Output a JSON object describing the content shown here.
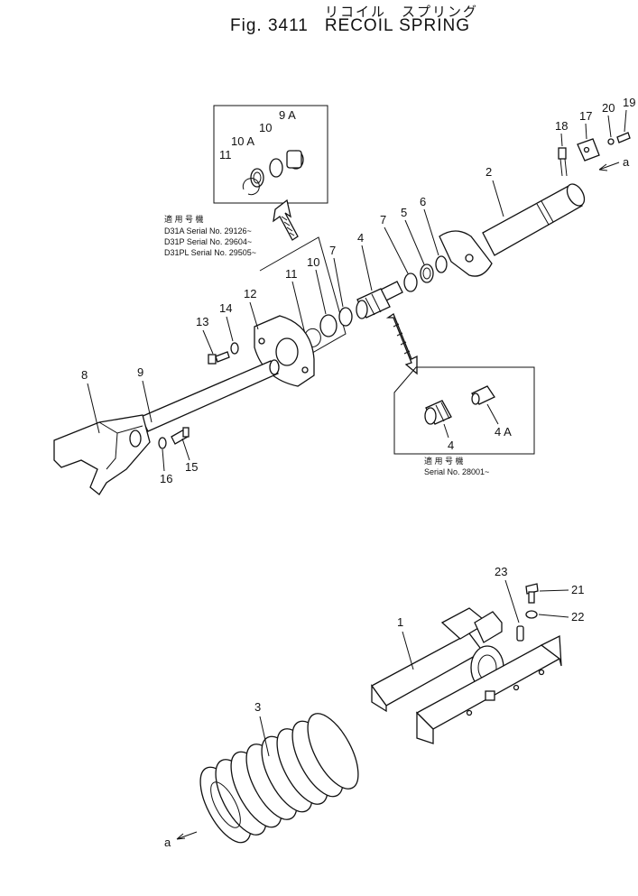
{
  "figure": {
    "title_jp": "リコイル　スプリング",
    "fig_label": "Fig. 3411",
    "title_en": "RECOIL SPRING"
  },
  "callouts": {
    "c1": "1",
    "c2": "2",
    "c3": "3",
    "c4a": "4",
    "c4b": "4",
    "c4A": "4 A",
    "c5": "5",
    "c6": "6",
    "c7a": "7",
    "c7b": "7",
    "c8": "8",
    "c9": "9",
    "c9A": "9 A",
    "c10a": "10",
    "c10b": "10",
    "c10A": "10 A",
    "c11a": "11",
    "c11b": "11",
    "c12": "12",
    "c13": "13",
    "c14": "14",
    "c15": "15",
    "c16": "16",
    "c17": "17",
    "c18": "18",
    "c19": "19",
    "c20": "20",
    "c21": "21",
    "c22": "22",
    "c23": "23",
    "arrow_a_top": "a",
    "arrow_a_bottom": "a"
  },
  "notes": {
    "applicable_1_header": "適 用 号 機",
    "applicable_1_line1": "D31A  Serial No. 29126~",
    "applicable_1_line2": "D31P  Serial No. 29604~",
    "applicable_1_line3": "D31PL Serial No. 29505~",
    "applicable_2_header": "適 用 号 機",
    "applicable_2_line1": "Serial No. 28001~"
  }
}
